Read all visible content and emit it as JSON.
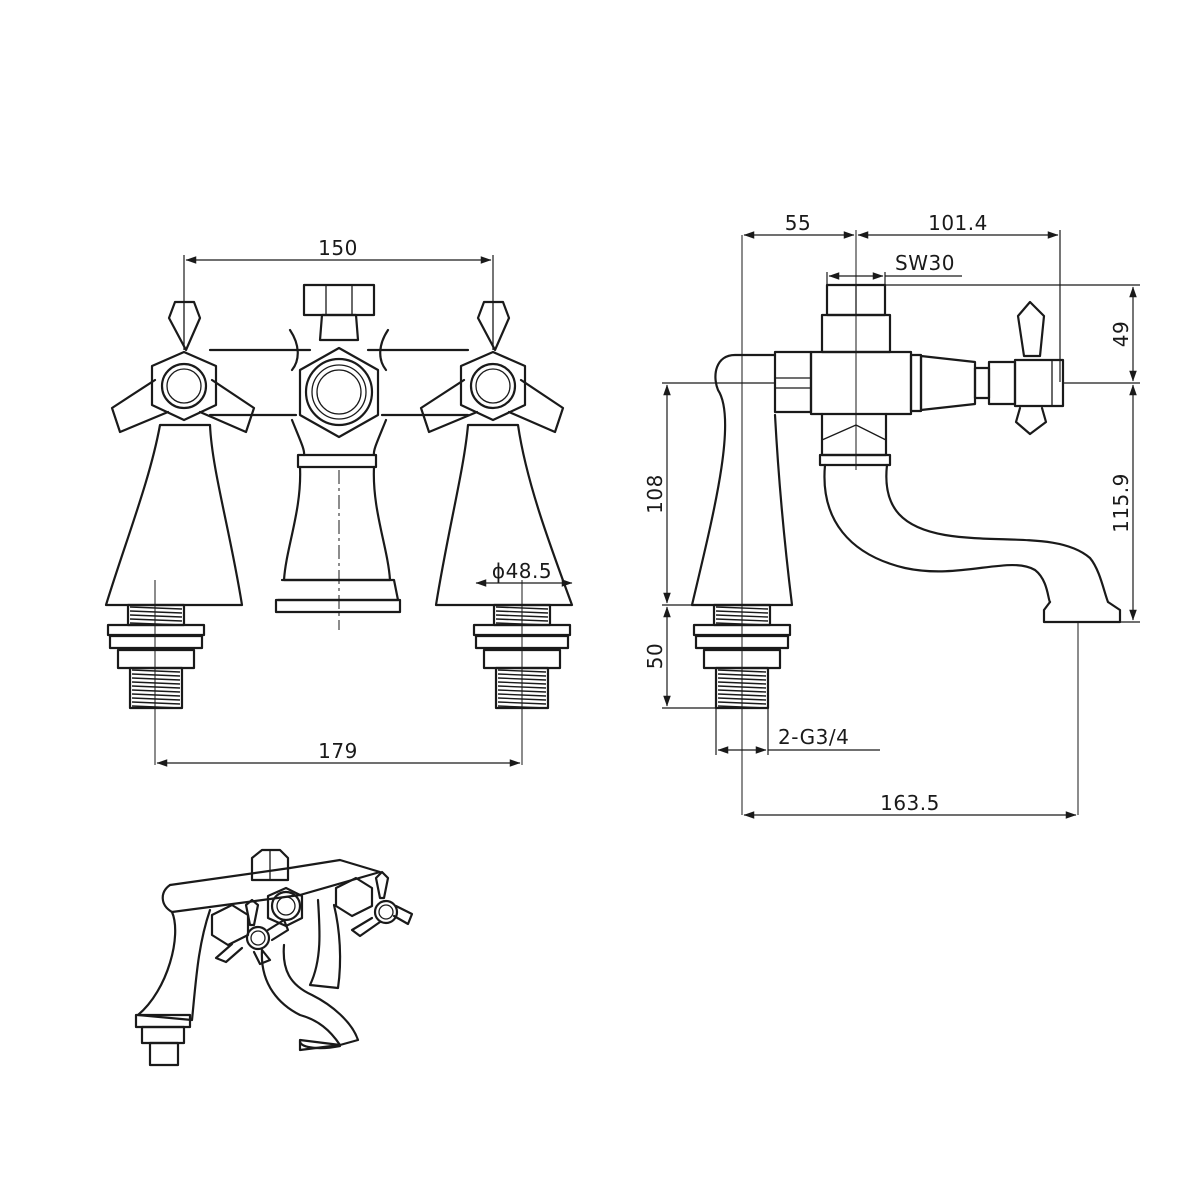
{
  "drawing": {
    "dimensions": {
      "front_handle_spacing": "150",
      "front_tail_spacing": "179",
      "base_diameter": "ϕ48.5",
      "side_valve_offset": "55",
      "side_spout_reach": "101.4",
      "side_nut_size": "SW30",
      "side_top_height": "49",
      "side_spout_height": "115.9",
      "side_body_height": "108",
      "side_tail_length": "50",
      "side_thread": "2-G3/4",
      "side_overall_depth": "163.5"
    }
  }
}
